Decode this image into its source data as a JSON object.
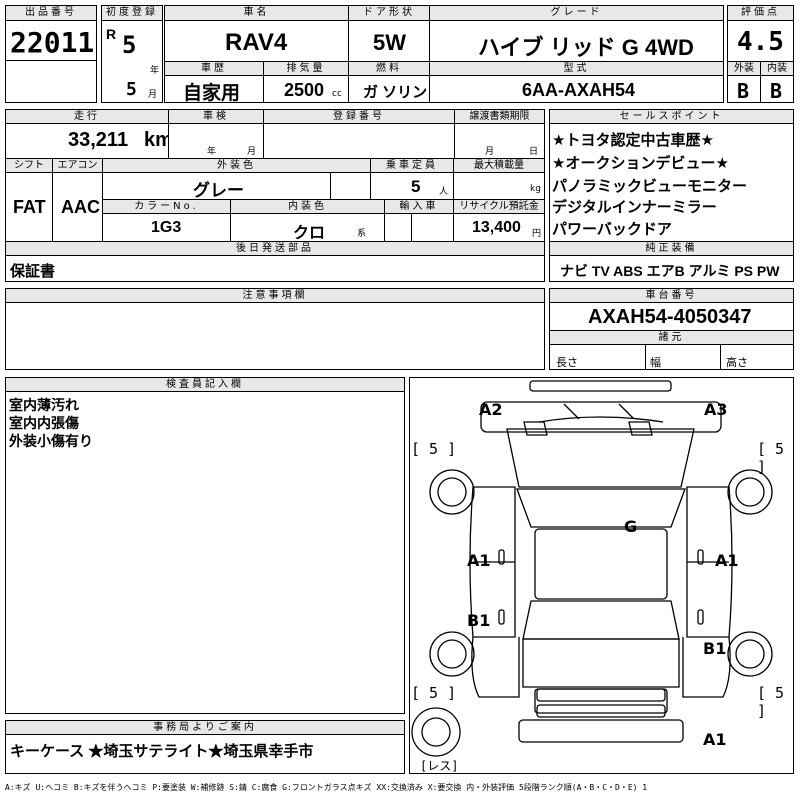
{
  "lot": {
    "label": "出品番号",
    "value": "22011"
  },
  "first_reg": {
    "label": "初度登録",
    "era": "R",
    "year": "5",
    "year_unit": "年",
    "month": "5",
    "month_unit": "月"
  },
  "car_name": {
    "label": "車名",
    "value": "RAV4"
  },
  "door": {
    "label": "ドア形状",
    "value": "5W"
  },
  "grade": {
    "label": "グレード",
    "value": "ハイブ リッド G 4WD"
  },
  "score": {
    "label": "評価点",
    "value": "4.5",
    "ext_label": "外装",
    "int_label": "内装",
    "ext": "B",
    "int": "B"
  },
  "history": {
    "label": "車歴",
    "value": "自家用"
  },
  "displacement": {
    "label": "排気量",
    "value": "2500",
    "unit": "cc"
  },
  "fuel": {
    "label": "燃料",
    "value": "ガ ソリン"
  },
  "model": {
    "label": "型式",
    "value": "6AA-AXAH54"
  },
  "mileage": {
    "label": "走行",
    "value": "33,211",
    "unit": "km"
  },
  "inspection": {
    "label": "車検",
    "year_unit": "年",
    "month_unit": "月"
  },
  "registration": {
    "label": "登録番号"
  },
  "transfer": {
    "label": "譲渡書類期限",
    "month_unit": "月",
    "day_unit": "日"
  },
  "shift": {
    "label": "シフト",
    "value": "FAT"
  },
  "aircon": {
    "label": "エアコン",
    "value": "AAC"
  },
  "color": {
    "label": "外装色",
    "value": "グレー"
  },
  "capacity": {
    "label": "乗車定員",
    "value": "5",
    "unit": "人"
  },
  "max_load": {
    "label": "最大積載量",
    "unit": "kg"
  },
  "color_no": {
    "label": "カラーNo.",
    "value": "1G3"
  },
  "interior_color": {
    "label": "内装色",
    "value": "クロ",
    "unit": "系"
  },
  "import": {
    "label": "輸入車"
  },
  "recycle": {
    "label": "リサイクル預託金",
    "value": "13,400",
    "unit": "円"
  },
  "sales_points": {
    "label": "セールスポイント",
    "items": [
      "★トヨタ認定中古車歴★",
      "★オークションデビュー★",
      "パノラミックビューモニター",
      "デジタルインナーミラー",
      "パワーバックドア"
    ]
  },
  "later_parts": {
    "label": "後日発送部品",
    "value": "保証書"
  },
  "equipment": {
    "label": "純正装備",
    "value": "ナビ TV ABS エアB アルミ PS PW"
  },
  "notes": {
    "label": "注意事項欄"
  },
  "chassis": {
    "label": "車台番号",
    "value": "AXAH54-4050347"
  },
  "specs": {
    "label": "諸元",
    "length": "長さ",
    "width": "幅",
    "height": "高さ"
  },
  "inspector": {
    "label": "検査員記入欄",
    "lines": [
      "室内薄汚れ",
      "室内内張傷",
      "外装小傷有り"
    ]
  },
  "office": {
    "label": "事務局よりご案内",
    "value": "キーケース ★埼玉サテライト★埼玉県幸手市"
  },
  "diagram_marks": {
    "a2": "A2",
    "a3": "A3",
    "g": "G",
    "a1_left": "A1",
    "a1_right": "A1",
    "b1_left": "B1",
    "b1_right": "B1",
    "a1_bottom": "A1",
    "tire_fl": "[ 5 ]",
    "tire_fr": "[ 5 ]",
    "tire_rl": "[ 5 ]",
    "tire_rr": "[ 5 ]",
    "spare": "[レス]"
  },
  "legend": "A:キズ U:ヘコミ B:キズを伴うヘコミ P:要塗装 W:補修跡 S:錆 C:腐食 G:フロントガラス点キズ XX:交換済み X:要交換 内・外装評価 5段階ランク順(A・B・C・D・E) 1"
}
